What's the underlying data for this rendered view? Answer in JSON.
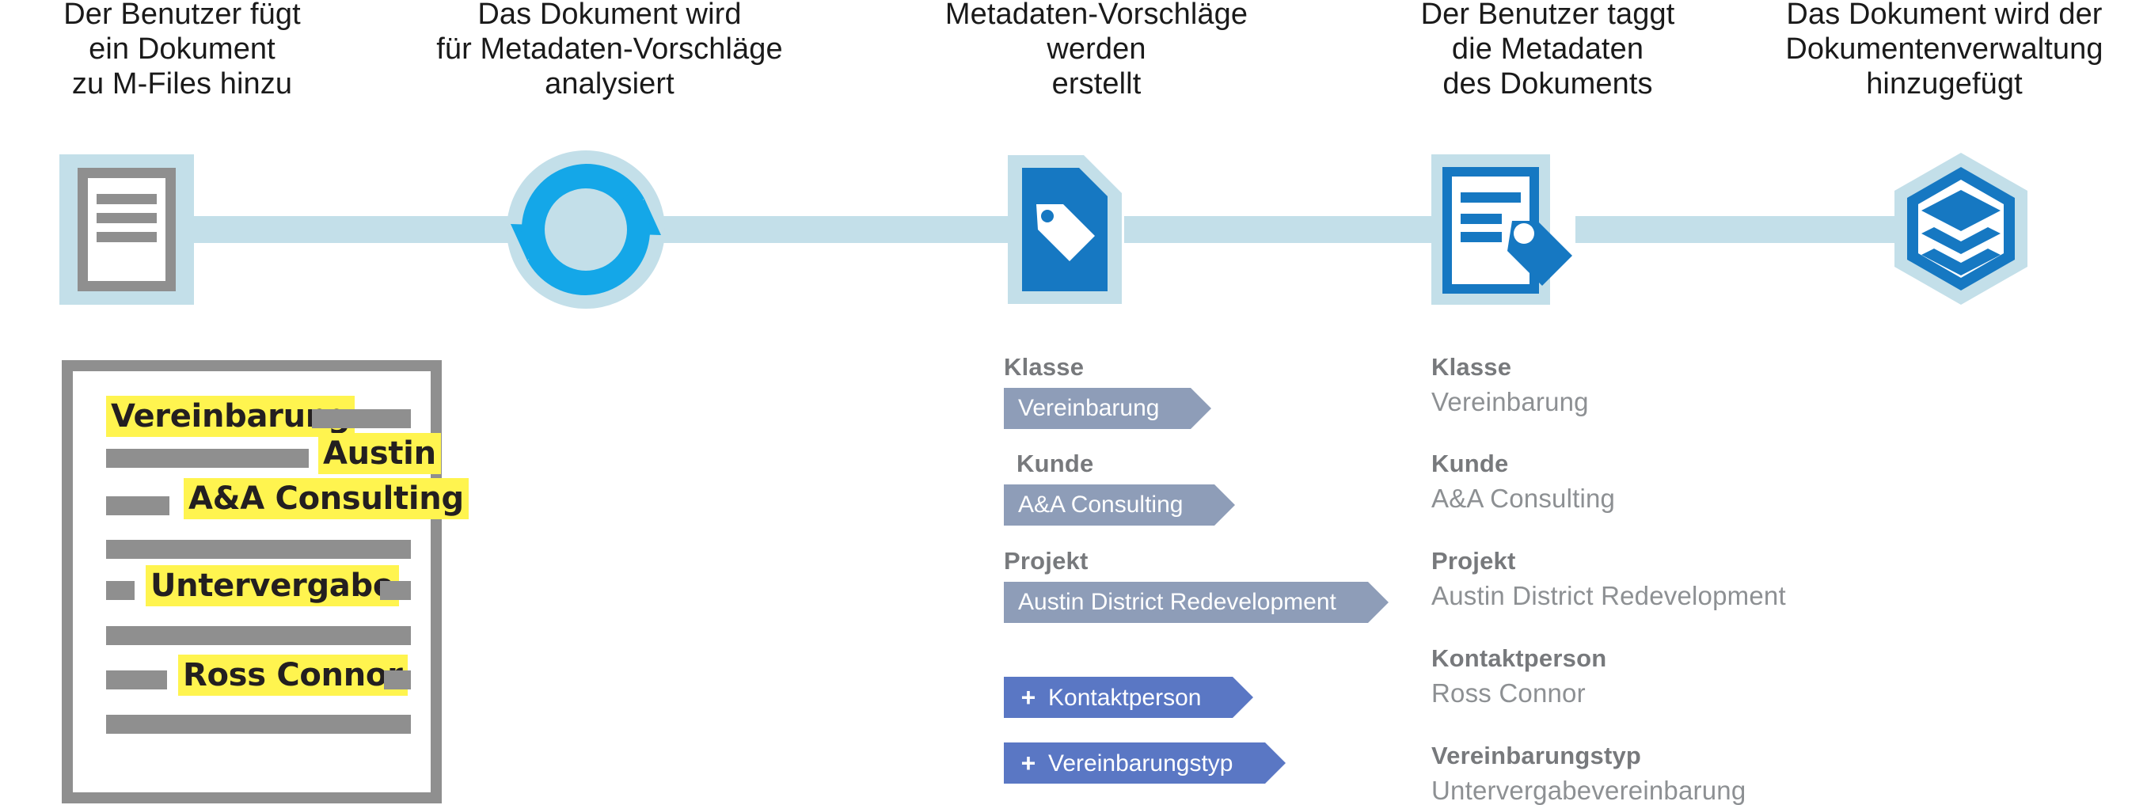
{
  "steps": [
    {
      "id": "add-document",
      "lines": [
        "Der Benutzer fügt",
        "ein Dokument",
        "zu M-Files hinzu"
      ],
      "icon": "document-icon"
    },
    {
      "id": "analyze-document",
      "lines": [
        "Das Dokument wird",
        "für Metadaten-Vorschläge",
        "analysiert"
      ],
      "icon": "sync-arrows-icon"
    },
    {
      "id": "create-suggestions",
      "lines": [
        "Metadaten-Vorschläge",
        "werden",
        "erstellt"
      ],
      "icon": "document-tag-icon"
    },
    {
      "id": "tag-metadata",
      "lines": [
        "Der Benutzer taggt",
        "die Metadaten",
        "des Dokuments"
      ],
      "icon": "document-tagged-icon"
    },
    {
      "id": "add-to-dms",
      "lines": [
        "Das Dokument wird der",
        "Dokumentenverwaltung",
        "hinzugefügt"
      ],
      "icon": "layers-hexagon-icon"
    }
  ],
  "document_mockup": {
    "highlights": [
      {
        "text": "Vereinbarung"
      },
      {
        "text": "Austin"
      },
      {
        "text": "A&A Consulting"
      },
      {
        "text": "Untervergabe"
      },
      {
        "text": "Ross Connor"
      }
    ]
  },
  "suggestions": {
    "fields": [
      {
        "label": "Klasse",
        "value": "Vereinbarung"
      },
      {
        "label": "Kunde",
        "value": "A&A Consulting"
      },
      {
        "label": "Projekt",
        "value": "Austin District Redevelopment"
      }
    ],
    "add_buttons": [
      {
        "plus": "+",
        "label": "Kontaktperson"
      },
      {
        "plus": "+",
        "label": "Vereinbarungstyp"
      }
    ]
  },
  "tagged_metadata": {
    "fields": [
      {
        "label": "Klasse",
        "value": "Vereinbarung"
      },
      {
        "label": "Kunde",
        "value": "A&A Consulting"
      },
      {
        "label": "Projekt",
        "value": "Austin District Redevelopment"
      },
      {
        "label": "Kontaktperson",
        "value": "Ross Connor"
      },
      {
        "label": "Vereinbarungstyp",
        "value": "Untervergabevereinbarung"
      }
    ]
  },
  "colors": {
    "rail": "#c3dfe9",
    "icon_backdrop": "#c3dfe9",
    "cyan": "#14a7e8",
    "blue": "#1678c2",
    "suggestion_tag": "#8e9db8",
    "add_tag": "#5a77c4",
    "highlight": "#fff44f",
    "doc_gray": "#8f8f8f",
    "label_gray": "#77797c",
    "value_gray": "#8d9093"
  }
}
